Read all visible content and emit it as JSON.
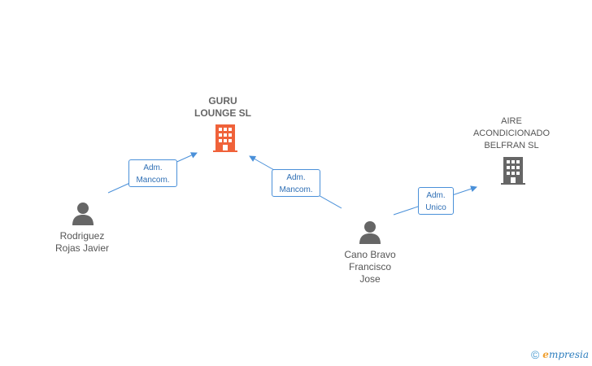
{
  "companies": {
    "guru": {
      "name": "GURU\nLOUNGE SL",
      "color": "#f0623a"
    },
    "aire": {
      "name": "AIRE\nACONDICIONADO\nBELFRAN SL",
      "color": "#666666"
    }
  },
  "persons": {
    "rodriguez": {
      "name": "Rodriguez\nRojas Javier",
      "color": "#666666"
    },
    "cano": {
      "name": "Cano Bravo\nFrancisco\nJose",
      "color": "#666666"
    }
  },
  "relations": [
    {
      "label": "Adm.\nMancom."
    },
    {
      "label": "Adm.\nMancom."
    },
    {
      "label": "Adm.\nUnico"
    }
  ],
  "colors": {
    "edge": "#4a90d9"
  },
  "branding": {
    "copyright": "©",
    "e_letter": "e",
    "name": "mpresia"
  }
}
